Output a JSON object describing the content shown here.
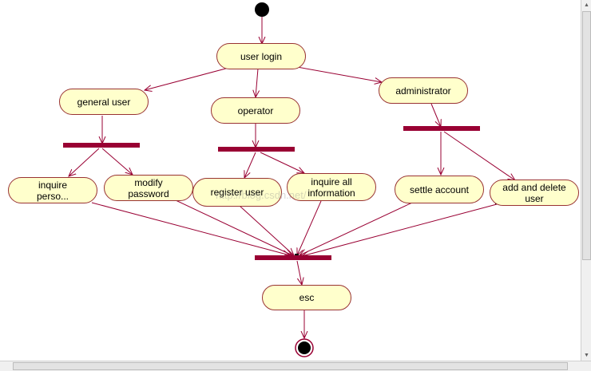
{
  "colors": {
    "state_fill": "#ffffcc",
    "state_border": "#993333",
    "arrow": "#990033",
    "sync_bar": "#990033",
    "node": "#000000"
  },
  "nodes": {
    "user_login": "user login",
    "general_user": "general user",
    "operator": "operator",
    "administrator": "administrator",
    "inquire_personal": "inquire\nperso...",
    "modify_password": "modify\npassword",
    "register_user": "register user",
    "inquire_all": "inquire all\ninformation",
    "settle_account": "settle account",
    "add_delete_user": "add and delete\nuser",
    "esc": "esc"
  },
  "watermark": "http://blog.csdn.net/"
}
